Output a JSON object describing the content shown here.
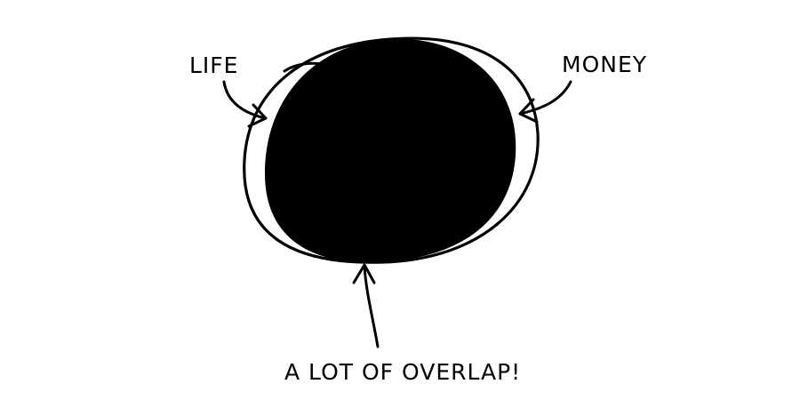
{
  "diagram": {
    "labels": {
      "life": "LIFE",
      "money": "MONEY",
      "overlap": "A LOT OF OVERLAP!"
    },
    "colors": {
      "ink": "#000000",
      "background": "#ffffff"
    },
    "shapes": {
      "life_set": "outline-ellipse",
      "money_set": "filled-ellipse",
      "relationship": "money almost entirely overlaps life"
    }
  }
}
